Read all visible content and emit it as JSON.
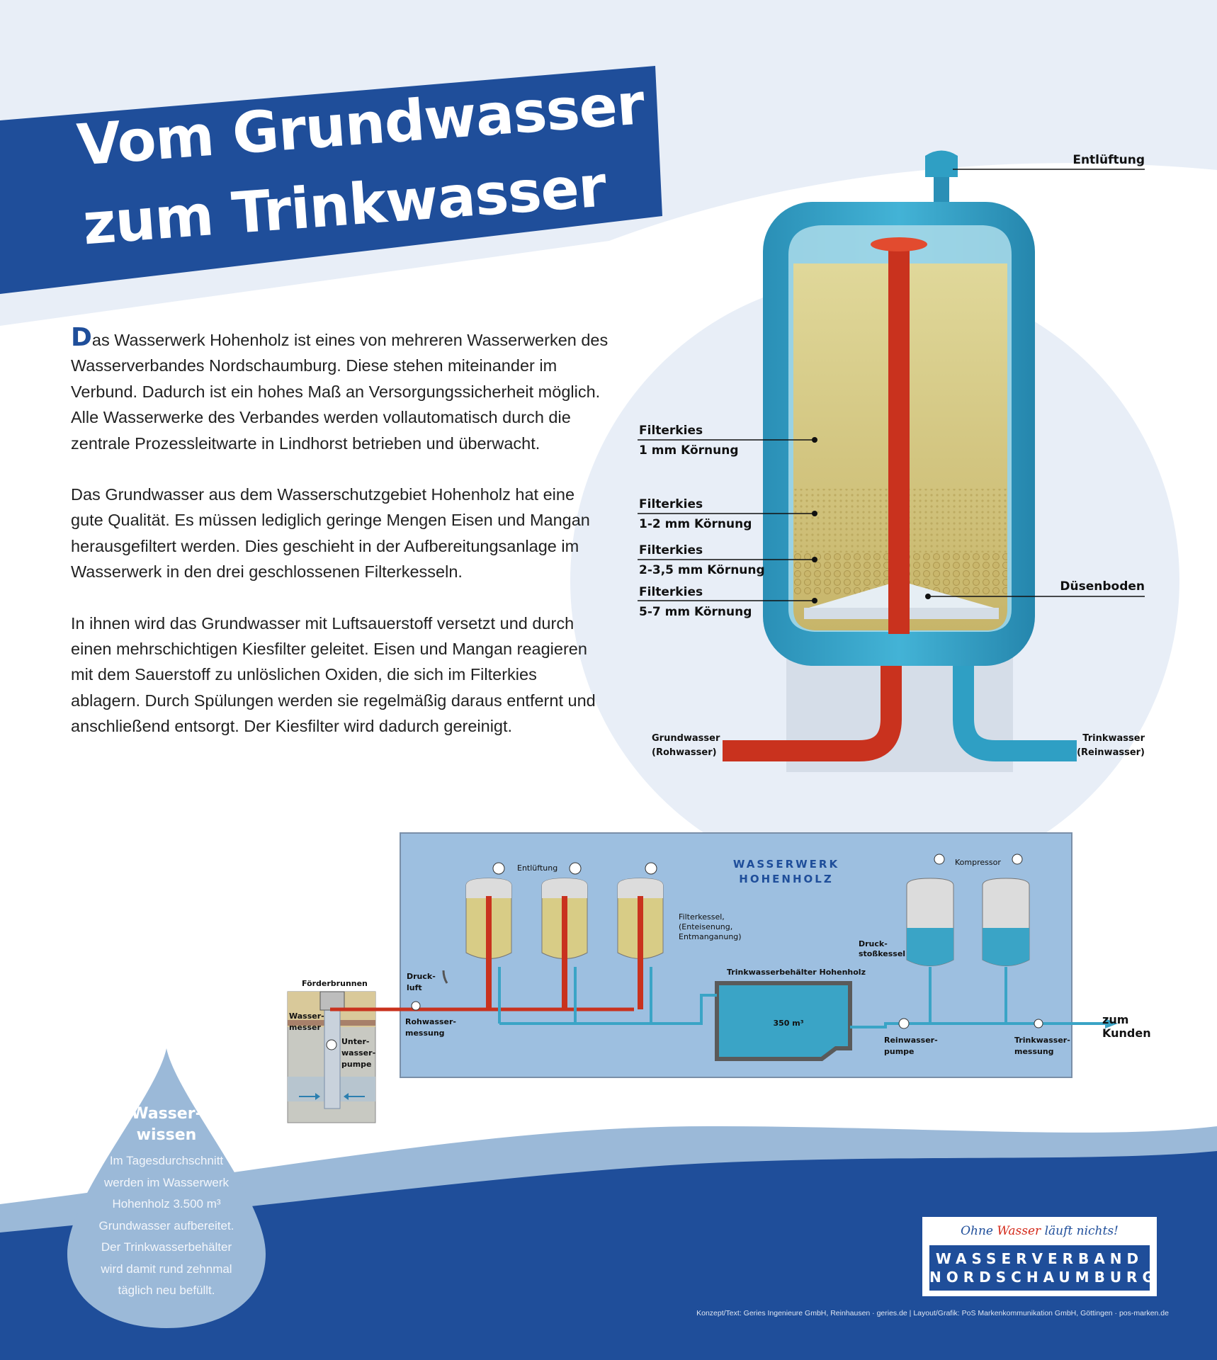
{
  "title": {
    "line1": "Vom Grundwasser",
    "line2": "zum Trinkwasser"
  },
  "intro": {
    "dropcap": "D",
    "p1_rest": "as Wasserwerk Hohenholz ist eines von mehreren Wasserwerken des Wasserverbandes Nordschaumburg. Diese stehen miteinander im Verbund. Dadurch ist ein hohes Maß an Versorgungssicherheit möglich. Alle Wasserwerke des Verbandes werden vollautomatisch durch die zentrale Prozessleitwarte in Lindhorst betrieben und überwacht.",
    "p2": "Das Grundwasser aus dem Wasserschutzgebiet Hohenholz hat eine gute Qualität. Es müssen lediglich geringe Mengen Eisen und Mangan herausgefiltert werden. Dies geschieht in der Aufbereitungsanlage im Wasserwerk in den drei geschlossenen Filterkesseln.",
    "p3": "In ihnen wird das Grundwasser mit Luftsauerstoff versetzt und durch einen mehrschichtigen Kiesfilter geleitet. Eisen und Mangan reagieren mit dem Sauerstoff zu unlöslichen Oxiden, die sich im Filterkies ablagern. Durch Spülungen werden sie regelmäßig daraus entfernt und anschließend entsorgt. Der Kiesfilter wird dadurch gereinigt."
  },
  "tank_labels": {
    "vent": "Entlüftung",
    "gravel1_a": "Filterkies",
    "gravel1_b": "1 mm Körnung",
    "gravel2_a": "Filterkies",
    "gravel2_b": "1-2 mm Körnung",
    "gravel3_a": "Filterkies",
    "gravel3_b": "2-3,5 mm Körnung",
    "gravel4_a": "Filterkies",
    "gravel4_b": "5-7 mm Körnung",
    "nozzle_floor": "Düsenboden",
    "raw_a": "Grundwasser",
    "raw_b": "(Rohwasser)",
    "clean_a": "Trinkwasser",
    "clean_b": "(Reinwasser)"
  },
  "plant": {
    "title_1": "WASSERWERK",
    "title_2": "HOHENHOLZ",
    "vent": "Entlüftung",
    "compressor": "Kompressor",
    "filter_a": "Filterkessel,",
    "filter_b": "(Enteisenung,",
    "filter_c": "Entmanganung)",
    "surge_a": "Druck-",
    "surge_b": "stoßkessel",
    "reservoir_label": "Trinkwasserbehälter Hohenholz",
    "reservoir_volume": "350 m³",
    "well": "Förderbrunnen",
    "meter_a": "Wasser-",
    "meter_b": "messer",
    "pump_a": "Unter-",
    "pump_b": "wasser-",
    "pump_c": "pumpe",
    "air_a": "Druck-",
    "air_b": "luft",
    "raw_meas_a": "Rohwasser-",
    "raw_meas_b": "messung",
    "clean_pump_a": "Reinwasser-",
    "clean_pump_b": "pumpe",
    "drink_meas_a": "Trinkwasser-",
    "drink_meas_b": "messung",
    "customers_a": "zum",
    "customers_b": "Kunden"
  },
  "fact": {
    "title_a": "Wasser-",
    "title_b": "wissen",
    "line1": "Im Tagesdurchschnitt",
    "line2": "werden im Wasserwerk",
    "line3": "Hohenholz 3.500 m³",
    "line4": "Grundwasser aufbereitet.",
    "line5": "Der Trinkwasserbehälter",
    "line6": "wird damit rund zehnmal",
    "line7": "täglich neu befüllt."
  },
  "logo": {
    "slogan_1": "Ohne ",
    "slogan_2": "Wasser",
    "slogan_3": " läuft nichts!",
    "name_1": "WASSERVERBAND",
    "name_2": "NORDSCHAUMBURG"
  },
  "credits": "Konzept/Text: Geries Ingenieure GmbH, Reinhausen  ·  geries.de   |   Layout/Grafik: PoS Markenkommunikation GmbH, Göttingen  ·  pos-marken.de",
  "colors": {
    "navy": "#1f4e9a",
    "pale_blue": "#e8eef7",
    "tank_blue": "#2f9fc4",
    "pipe_red": "#c9321e",
    "gravel": "#d8cc86"
  }
}
